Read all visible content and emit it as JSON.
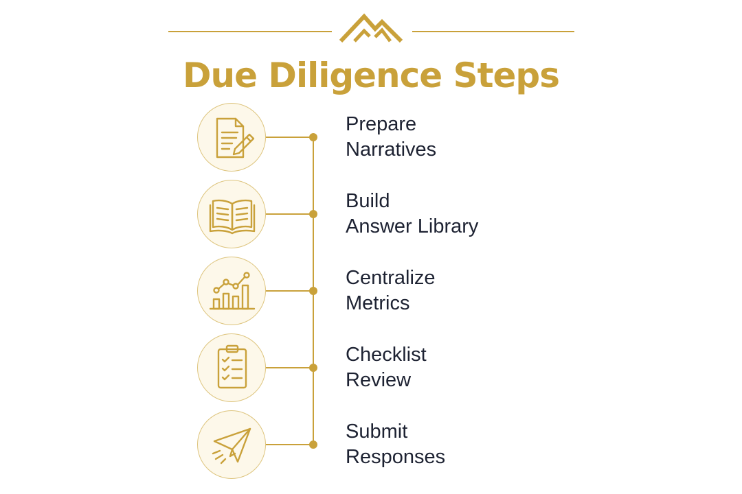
{
  "header": {
    "title": "Due Diligence Steps",
    "logo_icon": "mountain-logo-icon"
  },
  "colors": {
    "accent": "#c9a13a",
    "circle_fill": "#fdf8ea",
    "text": "#1d2232"
  },
  "steps": [
    {
      "line1": "Prepare",
      "line2": "Narratives",
      "icon": "document-pencil-icon"
    },
    {
      "line1": "Build",
      "line2": "Answer Library",
      "icon": "open-book-icon"
    },
    {
      "line1": "Centralize",
      "line2": "Metrics",
      "icon": "bar-chart-icon"
    },
    {
      "line1": "Checklist",
      "line2": "Review",
      "icon": "clipboard-checklist-icon"
    },
    {
      "line1": "Submit",
      "line2": "Responses",
      "icon": "paper-plane-icon"
    }
  ]
}
